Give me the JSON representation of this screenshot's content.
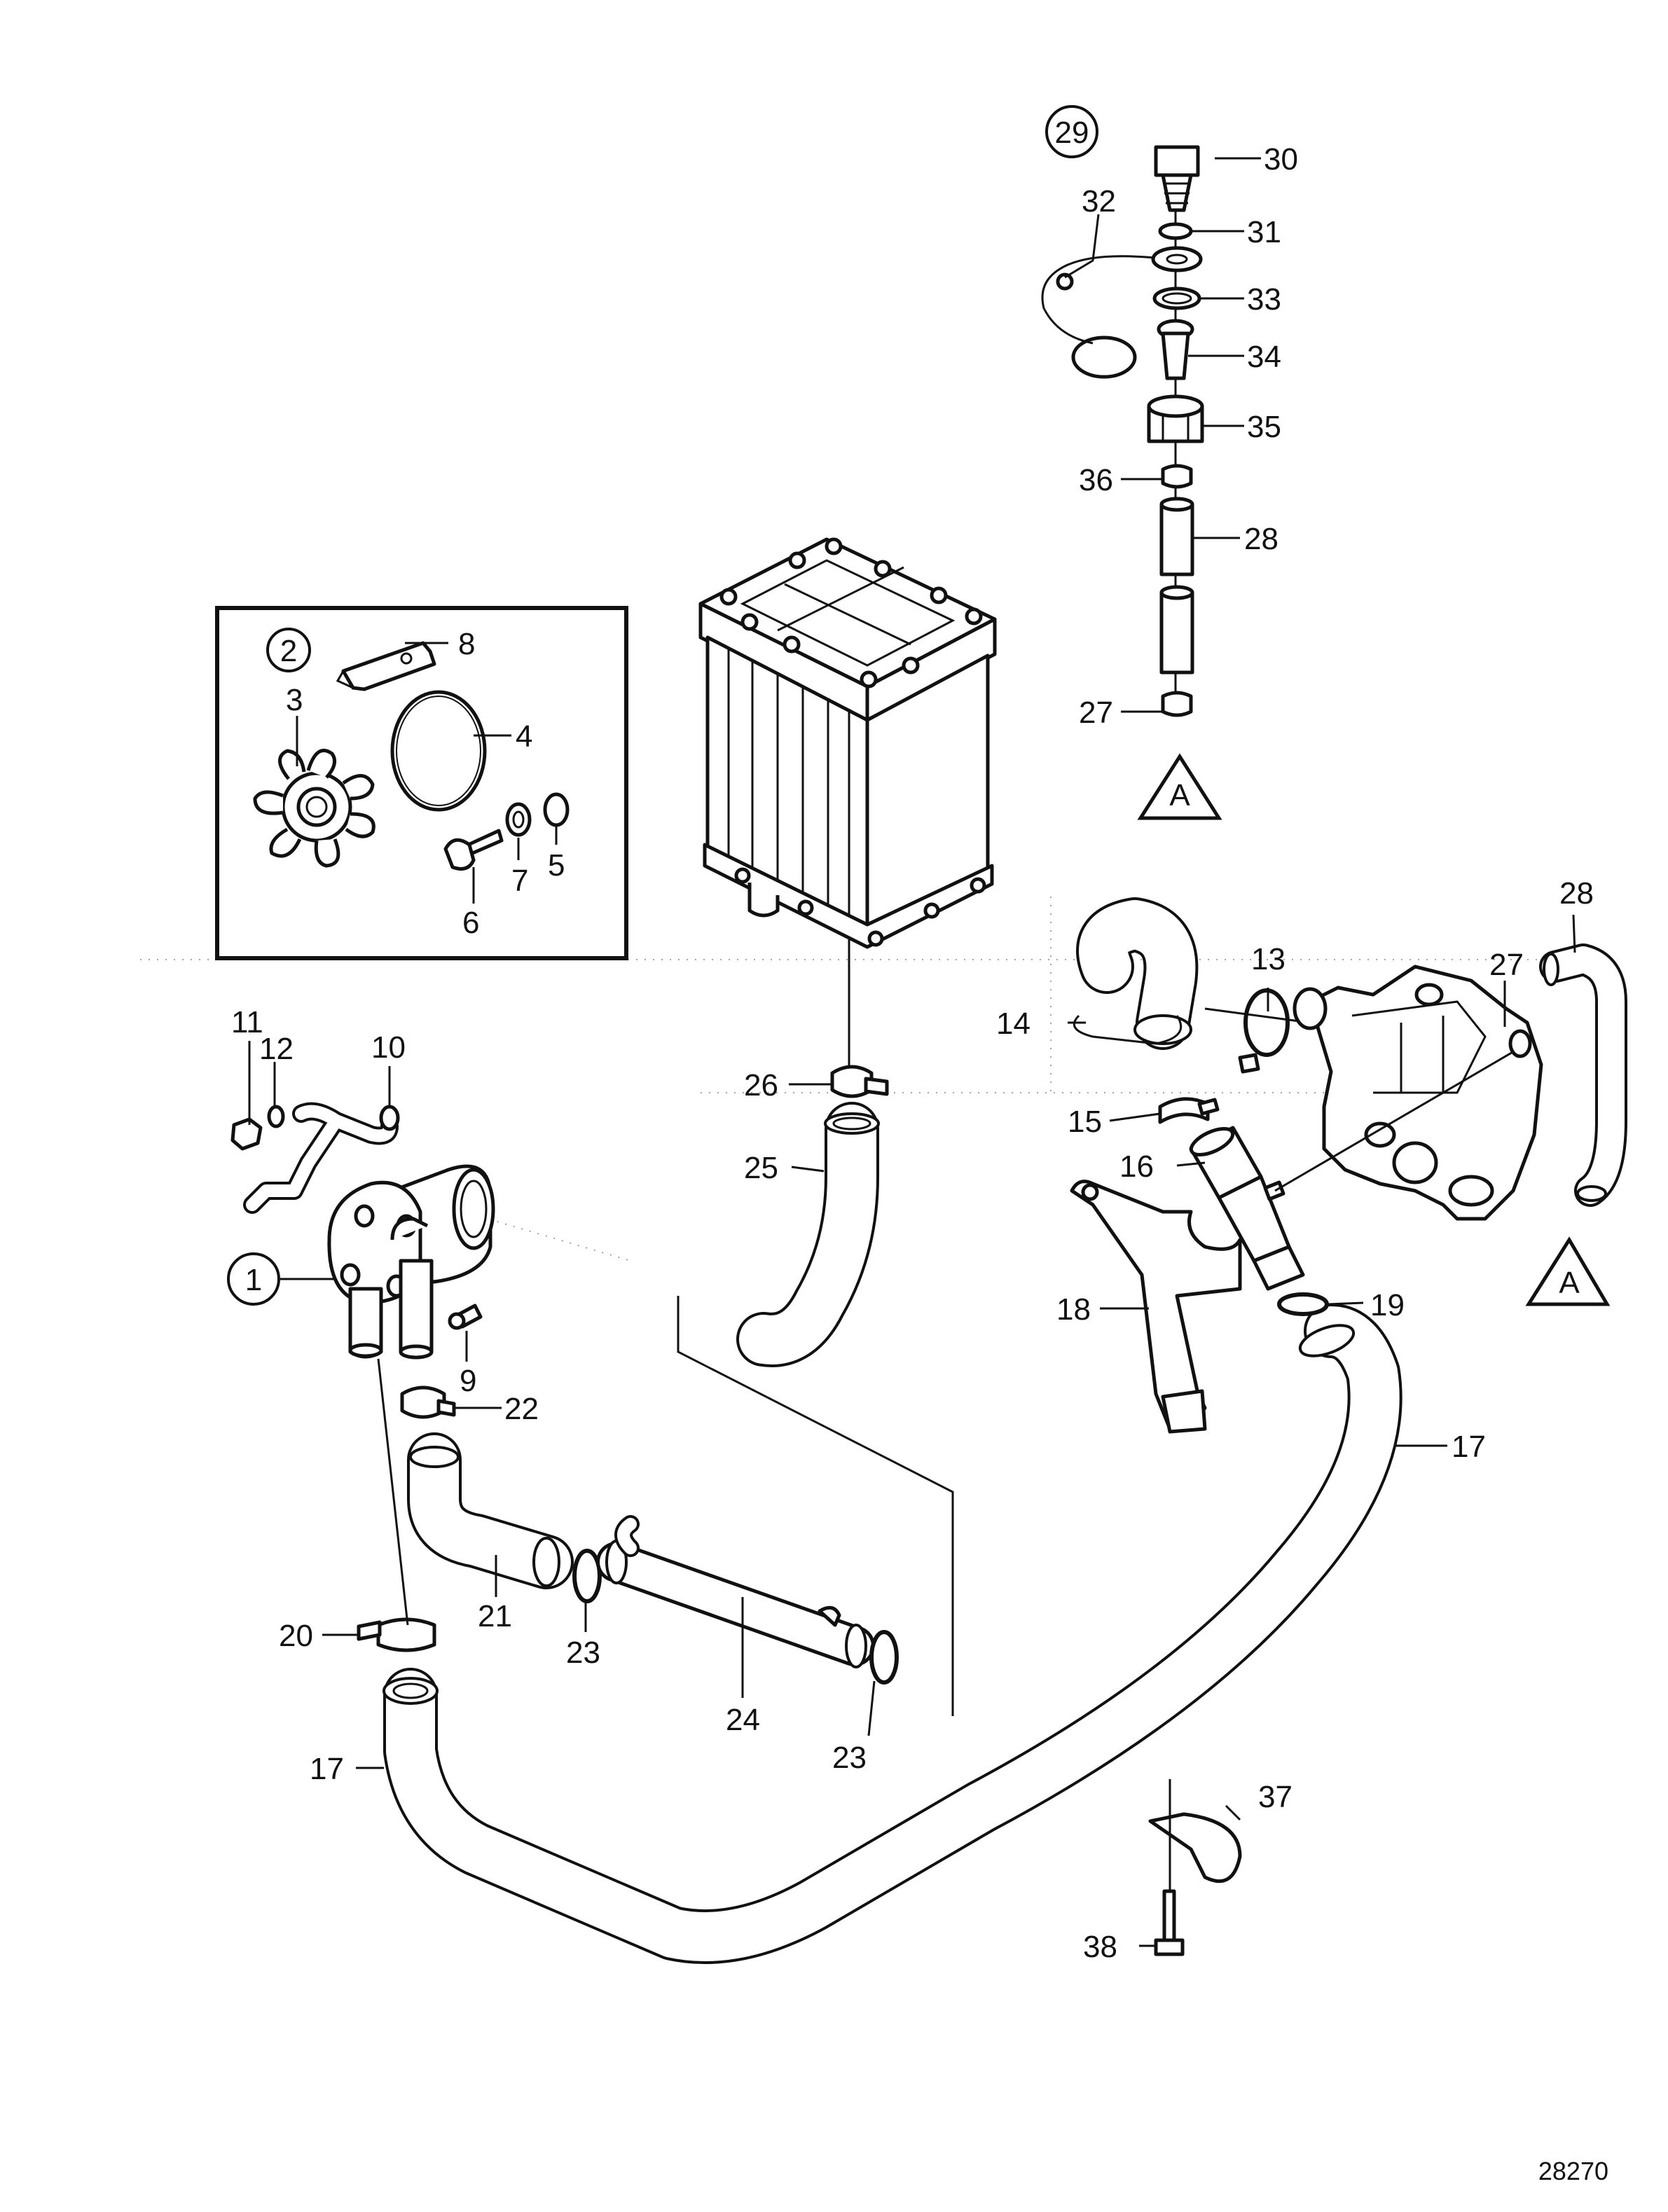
{
  "drawing_number": "28270",
  "reference_marker": "A",
  "callouts": {
    "c1": "1",
    "c2": "2",
    "c3": "3",
    "c4": "4",
    "c5": "5",
    "c6": "6",
    "c7": "7",
    "c8": "8",
    "c9": "9",
    "c10": "10",
    "c11": "11",
    "c12": "12",
    "c13": "13",
    "c14": "14",
    "c15": "15",
    "c16": "16",
    "c17": "17",
    "c18": "18",
    "c19": "19",
    "c20": "20",
    "c21": "21",
    "c22": "22",
    "c23": "23",
    "c24": "24",
    "c25": "25",
    "c26": "26",
    "c27": "27",
    "c28": "28",
    "c29": "29",
    "c30": "30",
    "c31": "31",
    "c32": "32",
    "c33": "33",
    "c34": "34",
    "c35": "35",
    "c36": "36",
    "c37": "37",
    "c38": "38"
  }
}
